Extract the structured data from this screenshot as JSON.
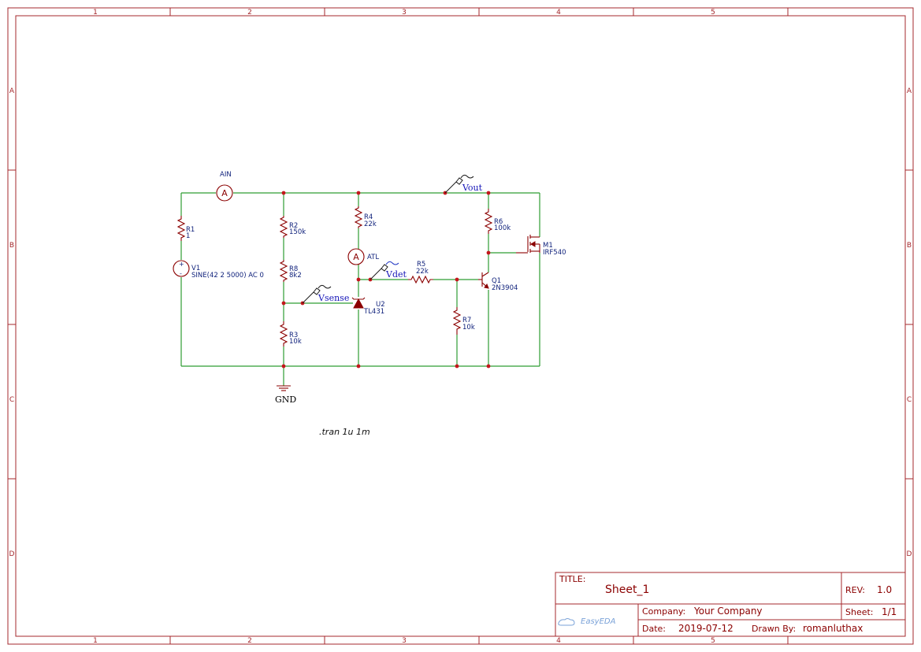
{
  "frame": {
    "columns": [
      "1",
      "2",
      "3",
      "4",
      "5"
    ],
    "rows": [
      "A",
      "B",
      "C",
      "D"
    ]
  },
  "components": {
    "r1": {
      "ref": "R1",
      "value": "1"
    },
    "v1": {
      "ref": "V1",
      "value": "SINE(42 2 5000) AC 0",
      "plus": "+",
      "minus": "-"
    },
    "ain": {
      "ref": "AIN",
      "symbol": "A"
    },
    "r2": {
      "ref": "R2",
      "value": "150k"
    },
    "r8": {
      "ref": "R8",
      "value": "8k2"
    },
    "r3": {
      "ref": "R3",
      "value": "10k"
    },
    "r4": {
      "ref": "R4",
      "value": "22k"
    },
    "atl": {
      "ref": "ATL",
      "symbol": "A"
    },
    "u2": {
      "ref": "U2",
      "value": "TL431"
    },
    "r5": {
      "ref": "R5",
      "value": "22k"
    },
    "r7": {
      "ref": "R7",
      "value": "10k"
    },
    "r6": {
      "ref": "R6",
      "value": "100k"
    },
    "q1": {
      "ref": "Q1",
      "value": "2N3904"
    },
    "m1": {
      "ref": "M1",
      "value": "IRF540"
    }
  },
  "nets": {
    "vout": "Vout",
    "vdet": "Vdet",
    "vsense": "Vsense",
    "gnd": "GND"
  },
  "spice_directive": ".tran 1u 1m",
  "title_block": {
    "title_label": "TITLE:",
    "title": "Sheet_1",
    "rev_label": "REV:",
    "rev": "1.0",
    "company_label": "Company:",
    "company": "Your Company",
    "sheet_label": "Sheet:",
    "sheet": "1/1",
    "date_label": "Date:",
    "date": "2019-07-12",
    "drawn_by_label": "Drawn By:",
    "drawn_by": "romanluthax",
    "logo_text": "EasyEDA"
  },
  "colors": {
    "frame": "#a5282c",
    "wire": "#2e9d33",
    "component": "#8b0000",
    "junction": "#c4161c",
    "label": "#0d1f7a",
    "net_label": "#1515b8"
  }
}
